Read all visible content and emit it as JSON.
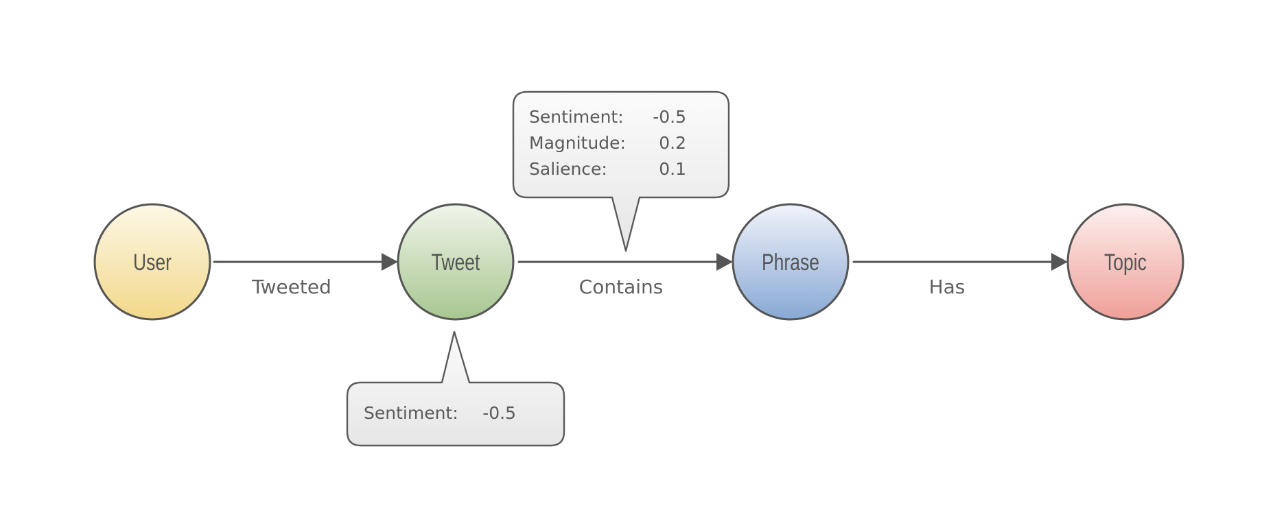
{
  "nodes": {
    "user": {
      "label": "User",
      "color_top": "#fdf8e6",
      "color_bottom": "#f2d88a"
    },
    "tweet": {
      "label": "Tweet",
      "color_top": "#f0f5ea",
      "color_bottom": "#a8c690"
    },
    "phrase": {
      "label": "Phrase",
      "color_top": "#f0f3fa",
      "color_bottom": "#88a8d4"
    },
    "topic": {
      "label": "Topic",
      "color_top": "#fdf0ef",
      "color_bottom": "#ef9f98"
    }
  },
  "edges": {
    "tweeted": {
      "label": "Tweeted"
    },
    "contains": {
      "label": "Contains"
    },
    "has": {
      "label": "Has"
    }
  },
  "callout_contains": {
    "rows": [
      {
        "key": "Sentiment:",
        "value": "-0.5"
      },
      {
        "key": "Magnitude:",
        "value": "0.2"
      },
      {
        "key": "Salience:",
        "value": "0.1"
      }
    ]
  },
  "callout_tweet": {
    "rows": [
      {
        "key": "Sentiment:",
        "value": "-0.5"
      }
    ]
  }
}
